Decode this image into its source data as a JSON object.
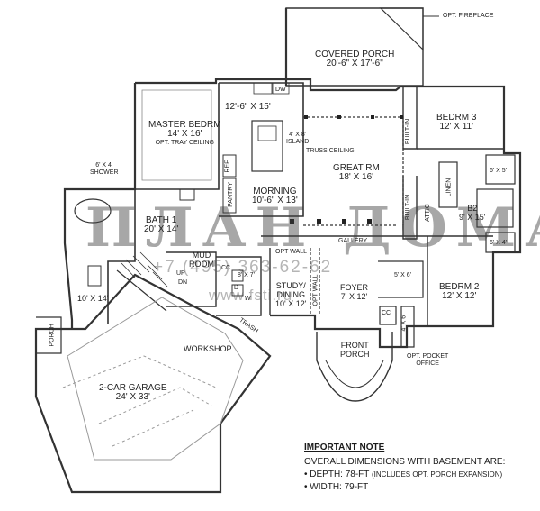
{
  "rooms": {
    "covered_porch": {
      "name": "COVERED PORCH",
      "dims": "20'-6\" X 17'-6\""
    },
    "opt_fireplace": "OPT. FIREPLACE",
    "kitchen": {
      "dims": "12'-6\" X 15'",
      "dw": "DW"
    },
    "island": {
      "name": "4' X 8'",
      "sub": "ISLAND"
    },
    "master": {
      "name": "MASTER BEDRM",
      "dims": "14' X 16'",
      "note": "OPT. TRAY CEILING"
    },
    "bedrm3": {
      "name": "BEDRM 3",
      "dims": "12' X 11'"
    },
    "built_in_1": "BUILT-IN",
    "built_in_2": "BUILT-IN",
    "truss_ceiling": "TRUSS CEILING",
    "great_room": {
      "name": "GREAT RM",
      "dims": "18' X 16'"
    },
    "ref": "REF.",
    "pantry": "PANTRY",
    "morning": {
      "name": "MORNING",
      "dims": "10'-6\" X 13'"
    },
    "shower": {
      "name": "6' X 4'",
      "sub": "SHOWER"
    },
    "bath1": {
      "name": "BATH 1",
      "dims": "20' X 14'"
    },
    "closet_a": "6' X 5'",
    "b2": {
      "name": "B2",
      "dims": "9' X 15'"
    },
    "linen": "LINEN",
    "attic": "ATTIC",
    "closet_b": "6' X 4'",
    "gallery": "GALLERY",
    "mud": {
      "name": "MUD",
      "sub": "ROOM"
    },
    "up": "UP",
    "dn": "DN",
    "cc1": "CC",
    "laundry_dims": "8' X 7'",
    "d": "D",
    "w": "W",
    "walkin": "10' X 14'",
    "study": {
      "name": "STUDY/",
      "sub": "DINING",
      "dims": "10' X 12'"
    },
    "opt_wall_1": "OPT WALL",
    "opt_wall_2": "OPT WALL",
    "foyer": {
      "name": "FOYER",
      "dims": "7' X 12'"
    },
    "closet_c": "5' X 6'",
    "cc2": "CC",
    "office_dims": "4' X 6'",
    "bedrm2": {
      "name": "BEDRM 2",
      "dims": "12' X 12'"
    },
    "trash": "TRASH",
    "workshop": "WORKSHOP",
    "porch_side": "PORCH",
    "front_porch": {
      "name": "FRONT",
      "sub": "PORCH"
    },
    "pocket_office": {
      "name": "OPT. POCKET",
      "sub": "OFFICE"
    },
    "garage": {
      "name": "2-CAR GARAGE",
      "dims": "24' X 33'"
    }
  },
  "watermark": {
    "text": "ПЛАН ДОМА",
    "phone": "+7 (495) 363-62-62",
    "site": "www.fsti.ru"
  },
  "note": {
    "title": "IMPORTANT NOTE",
    "line1": "OVERALL DIMENSIONS WITH BASEMENT ARE:",
    "depth": "• DEPTH: 78-FT",
    "depth_extra": "(INCLUDES OPT. PORCH EXPANSION)",
    "width": "• WIDTH: 79-FT"
  }
}
